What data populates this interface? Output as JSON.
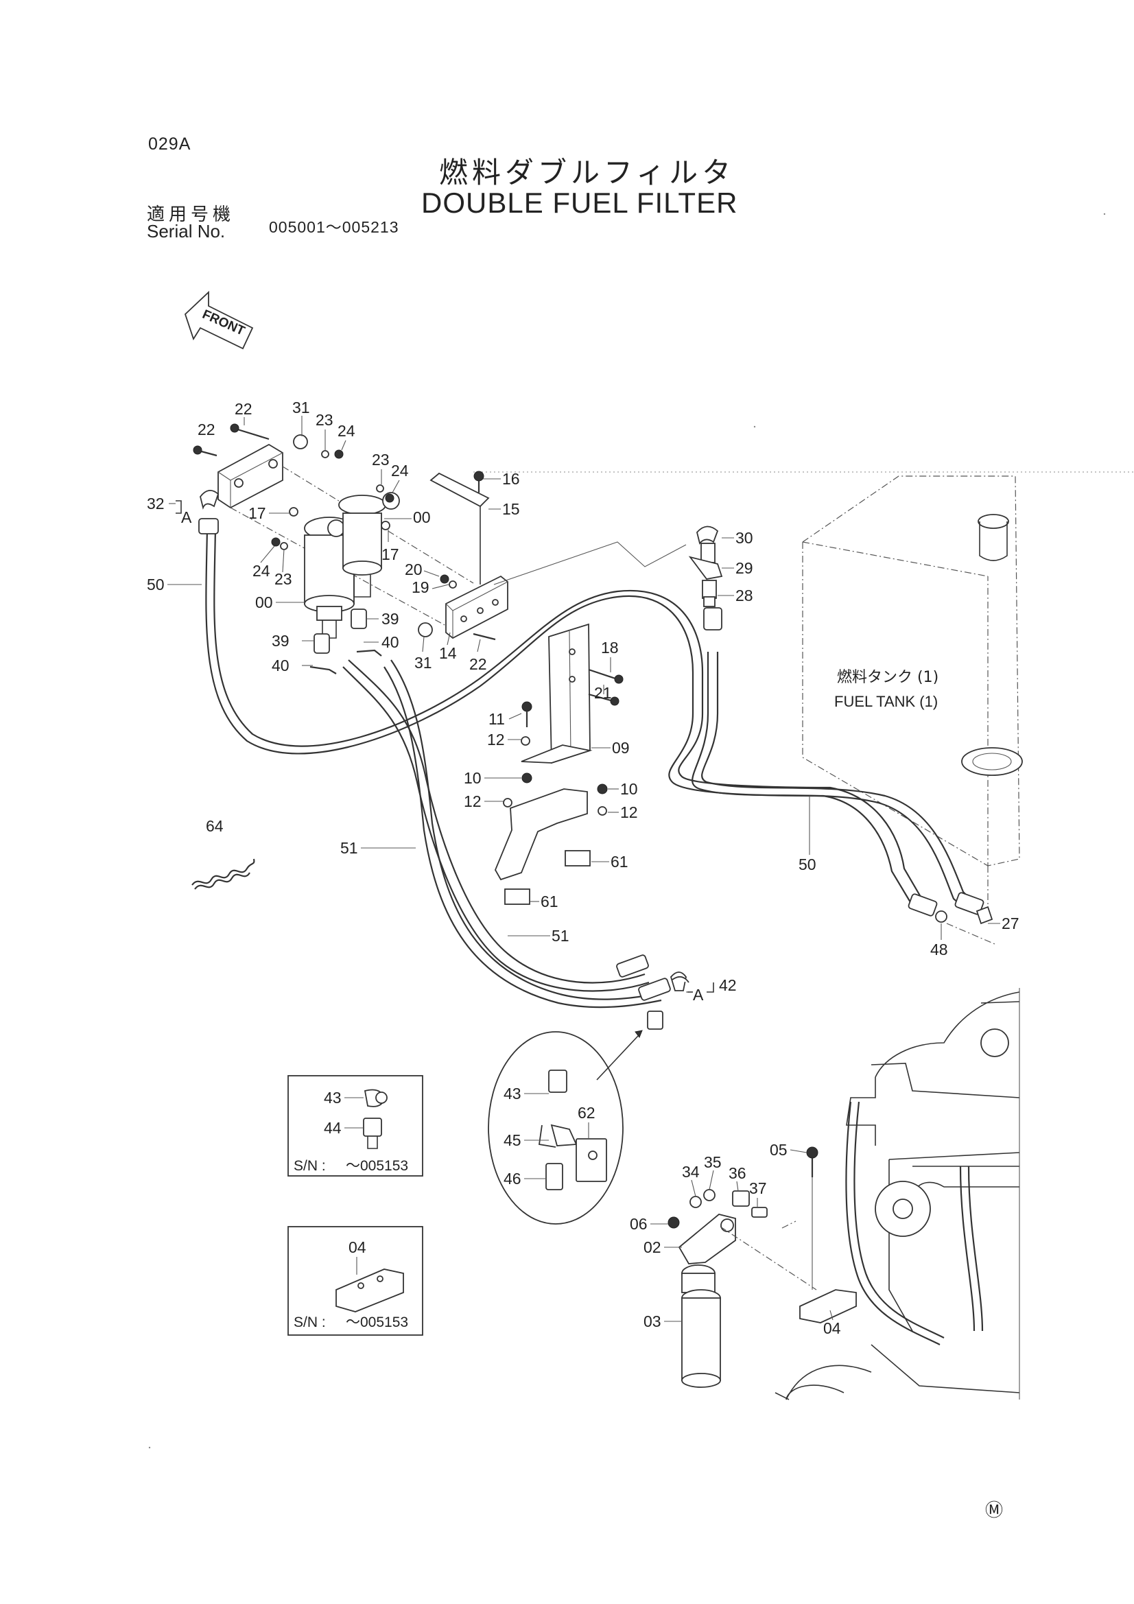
{
  "header": {
    "page_code": "029A",
    "title_jp": "燃料ダブルフィルタ",
    "title_en": "DOUBLE FUEL FILTER",
    "serial_label_jp": "適用号機",
    "serial_label_en": "Serial No.",
    "serial_range": "005001～005213"
  },
  "front_arrow_label": "FRONT",
  "tank_label_jp": "燃料タンク (1)",
  "tank_label_en": "FUEL TANK (1)",
  "ref_a": "A",
  "inset_top": {
    "parts": [
      "43",
      "44"
    ],
    "sn_label": "S/N :",
    "sn_value": "～005153"
  },
  "inset_bottom": {
    "parts": [
      "04"
    ],
    "sn_label": "S/N :",
    "sn_value": "～005153"
  },
  "detail_circle": {
    "parts": [
      "43",
      "62",
      "45",
      "46"
    ]
  },
  "callouts": [
    "22",
    "31",
    "23",
    "24",
    "22",
    "23",
    "24",
    "16",
    "15",
    "32",
    "17",
    "00",
    "17",
    "20",
    "19",
    "24",
    "23",
    "00",
    "39",
    "39",
    "40",
    "40",
    "31",
    "14",
    "22",
    "30",
    "29",
    "28",
    "18",
    "21",
    "11",
    "12",
    "09",
    "10",
    "12",
    "10",
    "12",
    "61",
    "61",
    "64",
    "51",
    "51",
    "50",
    "50",
    "27",
    "48",
    "42",
    "05",
    "35",
    "34",
    "36",
    "37",
    "06",
    "02",
    "03",
    "04"
  ],
  "trademark": "Ⓜ"
}
